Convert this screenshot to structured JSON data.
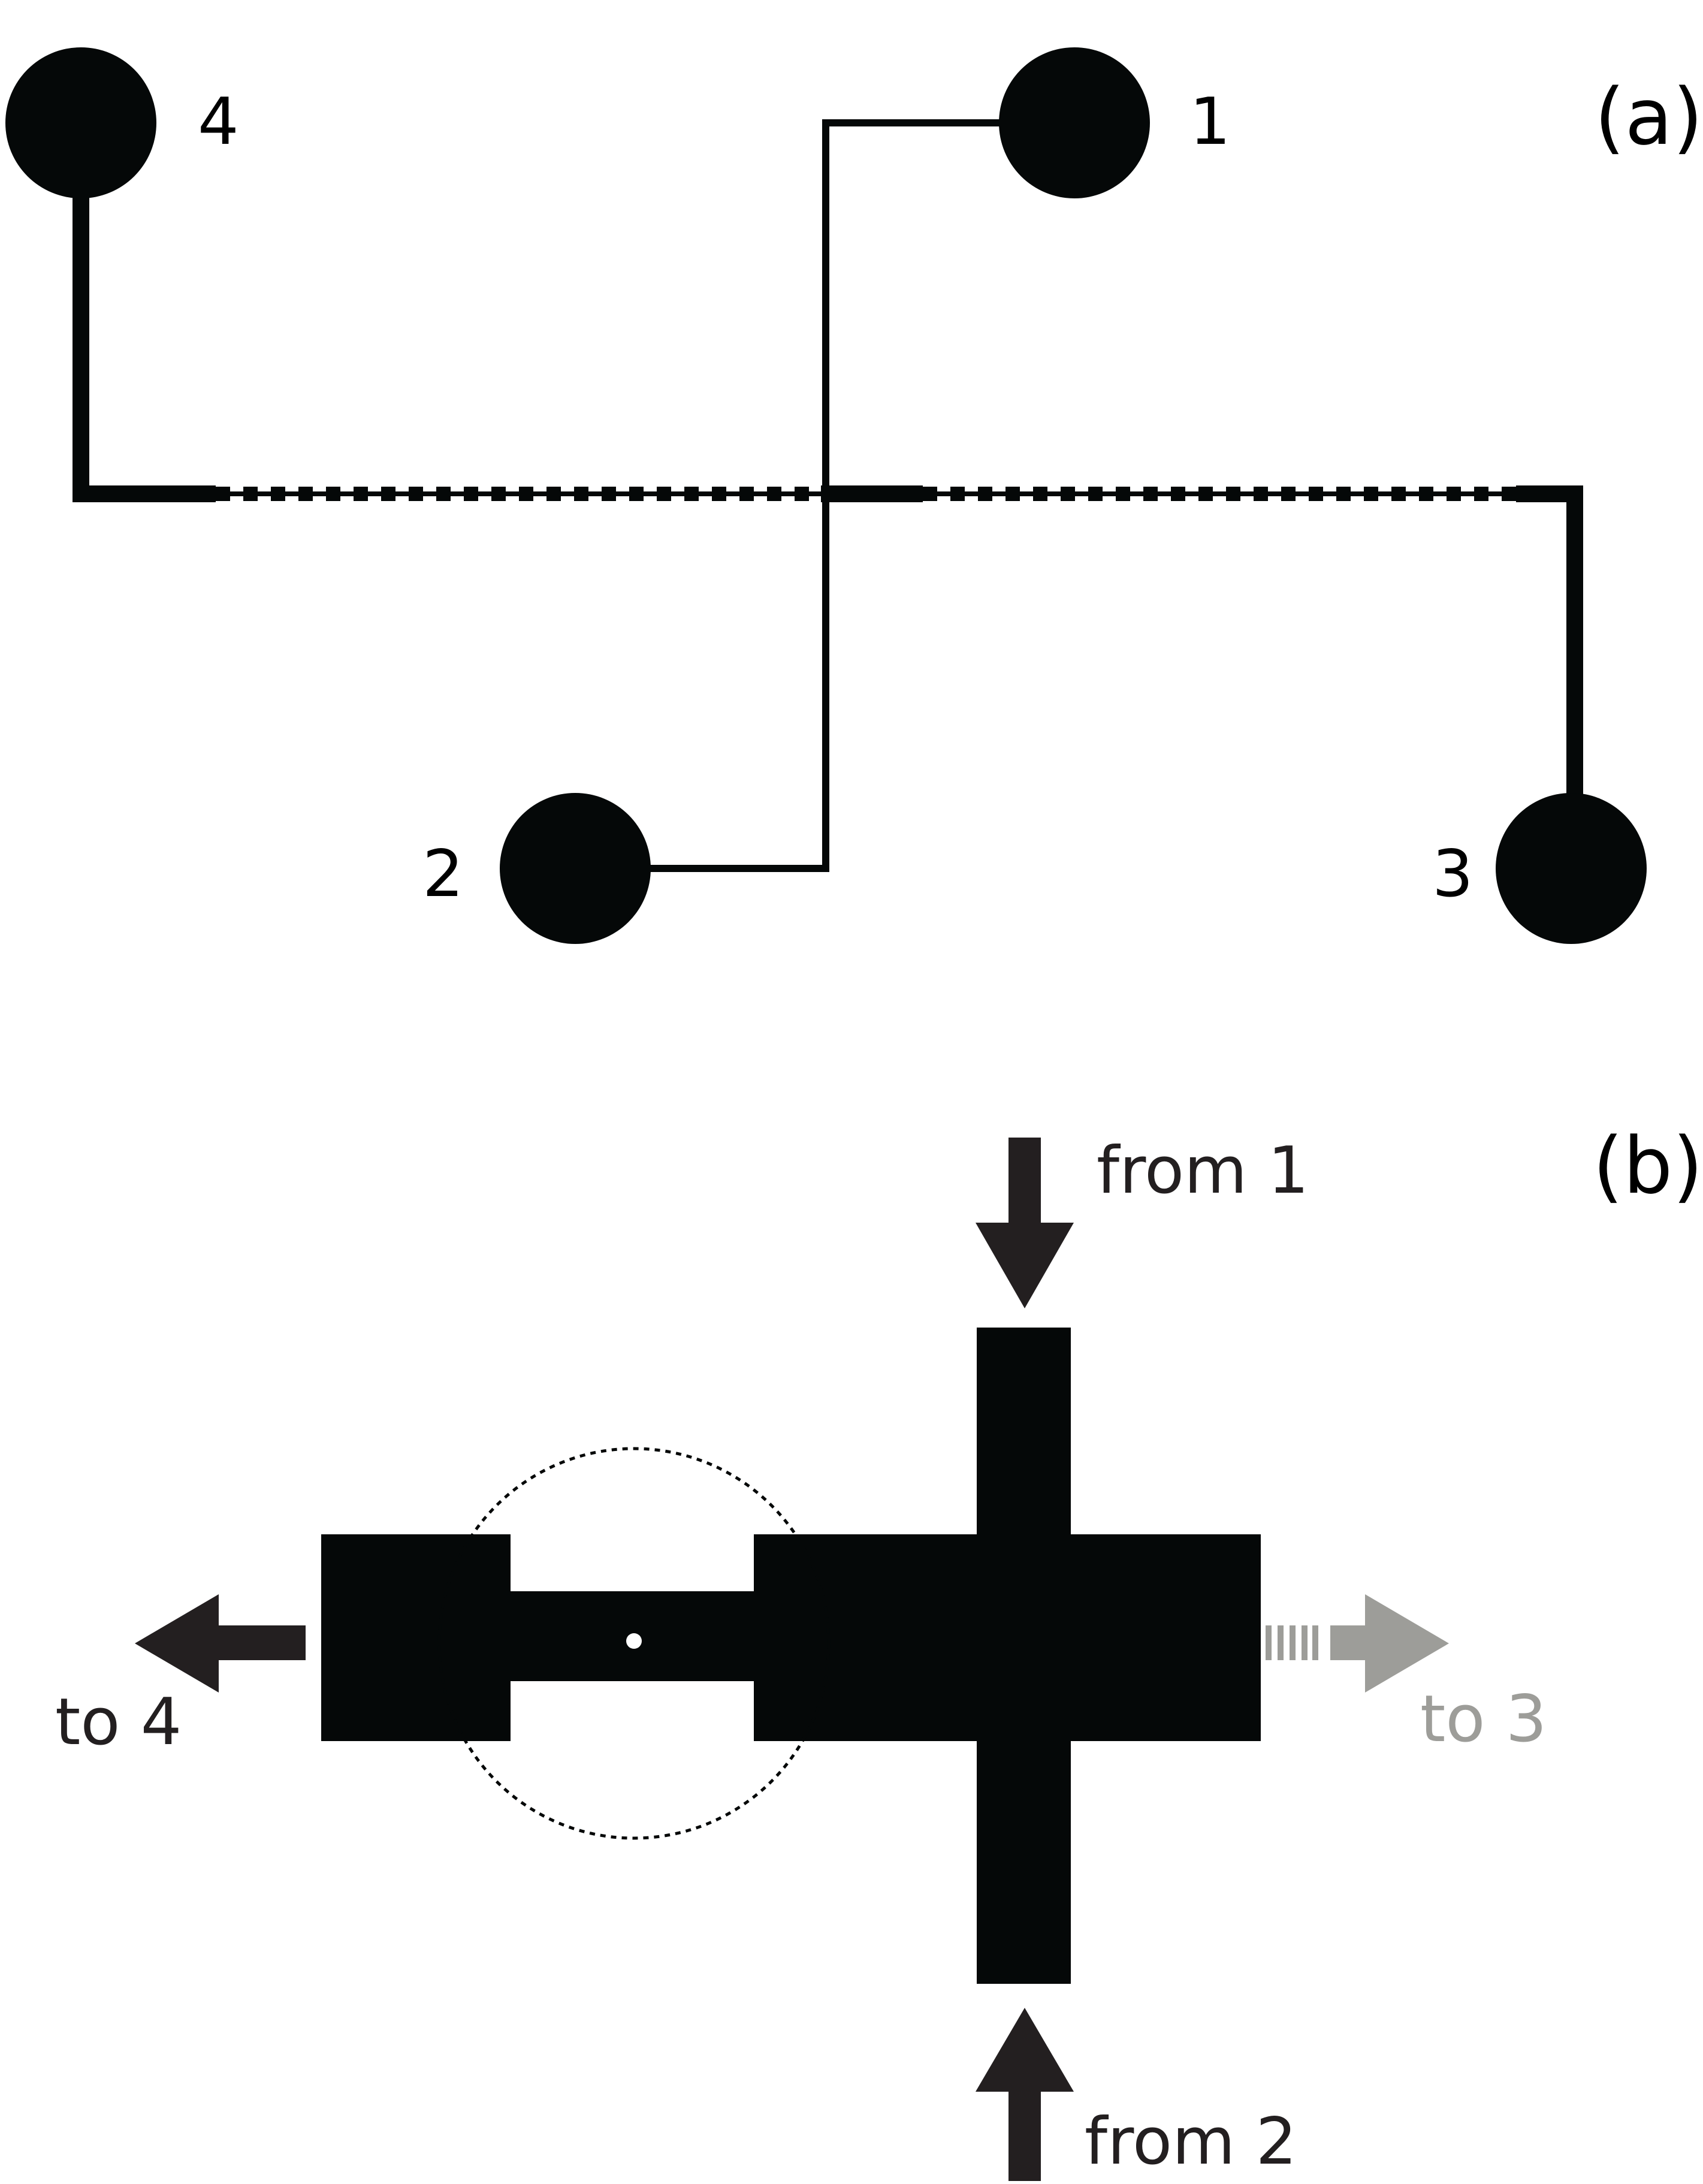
{
  "colors": {
    "ink": "#050808",
    "arrow_dark": "#231f20",
    "arrow_gray": "#9d9d99",
    "background": "#ffffff"
  },
  "panel_a": {
    "label": "(a)",
    "nodes": [
      {
        "id": "4",
        "label": "4"
      },
      {
        "id": "1",
        "label": "1"
      },
      {
        "id": "2",
        "label": "2"
      },
      {
        "id": "3",
        "label": "3"
      }
    ],
    "connections": [
      {
        "from": "1",
        "to": "2",
        "style": "thin solid"
      },
      {
        "from": "4",
        "to": "3",
        "style": "thick, dashed in middle"
      }
    ]
  },
  "panel_b": {
    "label": "(b)",
    "arrows": {
      "from_1": "from 1",
      "from_2": "from 2",
      "to_4": "to 4",
      "to_3": "to 3"
    }
  }
}
